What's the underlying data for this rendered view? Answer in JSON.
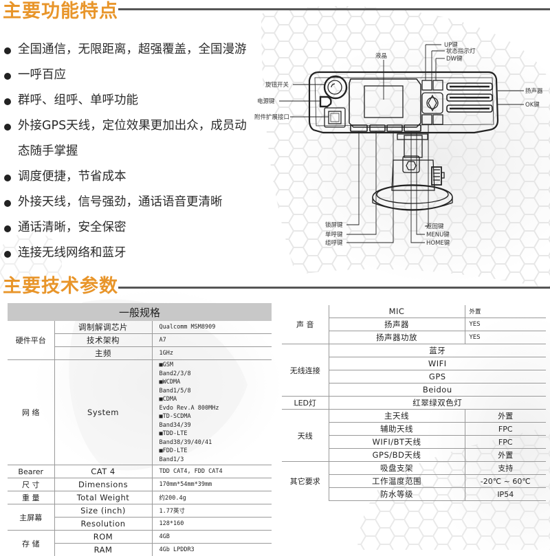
{
  "features_section": {
    "title": "主要功能特点",
    "items": [
      "全国通信，无限距离，超强覆盖，全国漫游",
      "一呼百应",
      "群呼、组呼、单呼功能",
      "外接GPS天线，定位效果更加出众，成员动",
      "调度便捷，节省成本",
      "外接天线，信号强劲，通话语音更清晰",
      "通话清晰，安全保密",
      "连接无线网络和蓝牙"
    ],
    "item4_continuation": "态随手掌握"
  },
  "diagram": {
    "labels": {
      "lcd": "液晶",
      "up_key": "UP键",
      "status_led": "状态指示灯",
      "dw_key": "DW键",
      "knob_switch": "旋钮开关",
      "power_key": "电源键",
      "accessory_port": "附件扩展接口",
      "speaker": "扬声器",
      "ok_key": "OK键",
      "lock_screen_key": "锁屏键",
      "single_call_key": "单呼键",
      "group_call_key": "组呼键",
      "back_key": "返回键",
      "menu_key": "MENU键",
      "home_key": "HOME键"
    }
  },
  "specs_section": {
    "title": "主要技术参数",
    "left_table": {
      "header": "一般规格",
      "hardware": {
        "category": "硬件平台",
        "rows": [
          {
            "name": "调制解调芯片",
            "value": "Qualcomm MSM8909"
          },
          {
            "name": "技术架构",
            "value": "A7"
          },
          {
            "name": "主频",
            "value": "1GHz"
          }
        ]
      },
      "network": {
        "category": "网 络",
        "name": "System",
        "lines": [
          "■GSM",
          "Band2/3/8",
          "■WCDMA",
          "Band1/5/8",
          "■CDMA",
          "Evdo Rev.A 800MHz",
          "■TD-SCDMA",
          "Band34/39",
          "■TDD-LTE",
          "Band38/39/40/41",
          "■FDD-LTE",
          "Band1/3"
        ]
      },
      "bearer": {
        "category": "Bearer",
        "name": "CAT 4",
        "value": "TDD CAT4, FDD CAT4"
      },
      "size": {
        "category": "尺 寸",
        "name": "Dimensions",
        "value": "170mm*54mm*39mm"
      },
      "weight": {
        "category": "重 量",
        "name": "Total Weight",
        "value": "约200.4g"
      },
      "screen": {
        "category": "主屏幕",
        "rows": [
          {
            "name": "Size (inch)",
            "value": "1.77英寸"
          },
          {
            "name": "Resolution",
            "value": "128*160"
          }
        ]
      },
      "storage": {
        "category": "存 储",
        "rows": [
          {
            "name": "ROM",
            "value": "4GB"
          },
          {
            "name": "RAM",
            "value": "4Gb LPDDR3"
          }
        ]
      }
    },
    "right_table": {
      "sound": {
        "category": "声 音",
        "rows": [
          {
            "name": "MIC",
            "value": "外置"
          },
          {
            "name": "扬声器",
            "value": "YES"
          },
          {
            "name": "扬声器功放",
            "value": "YES"
          }
        ]
      },
      "wireless": {
        "category": "无线连接",
        "rows": [
          "蓝牙",
          "WIFI",
          "GPS",
          "Beidou"
        ]
      },
      "led": {
        "category": "LED灯",
        "value": "红翠绿双色灯"
      },
      "antenna": {
        "category": "天线",
        "rows": [
          {
            "name": "主天线",
            "value": "外置"
          },
          {
            "name": "辅助天线",
            "value": "FPC"
          },
          {
            "name": "WIFI/BT天线",
            "value": "FPC"
          },
          {
            "name": "GPS/BD天线",
            "value": "外置"
          }
        ]
      },
      "other": {
        "category": "其它要求",
        "rows": [
          {
            "name": "吸盘支架",
            "value": "支持"
          },
          {
            "name": "工作温度范围",
            "value": "-20℃ ~ 60℃"
          },
          {
            "name": "防水等级",
            "value": "IP54"
          }
        ]
      }
    }
  },
  "colors": {
    "title_orange": "#e8952a",
    "rule_gray": "#555555",
    "table_header_gray": "#c8c8c8"
  }
}
